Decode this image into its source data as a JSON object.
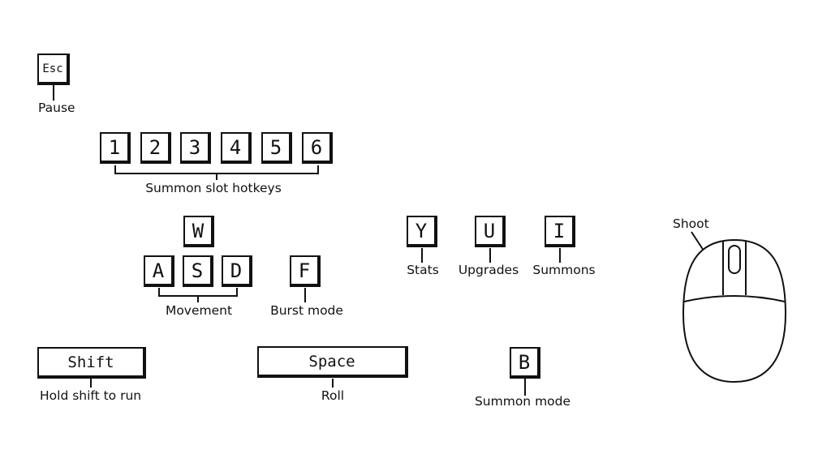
{
  "keys": {
    "esc": "Esc",
    "k1": "1",
    "k2": "2",
    "k3": "3",
    "k4": "4",
    "k5": "5",
    "k6": "6",
    "w": "W",
    "a": "A",
    "s": "S",
    "d": "D",
    "f": "F",
    "y": "Y",
    "u": "U",
    "i": "I",
    "b": "B",
    "shift": "Shift",
    "space": "Space"
  },
  "labels": {
    "pause": "Pause",
    "summon_slot_hotkeys": "Summon slot hotkeys",
    "movement": "Movement",
    "burst_mode": "Burst mode",
    "stats": "Stats",
    "upgrades": "Upgrades",
    "summons": "Summons",
    "shoot": "Shoot",
    "hold_shift": "Hold shift to run",
    "roll": "Roll",
    "summon_mode": "Summon mode"
  }
}
